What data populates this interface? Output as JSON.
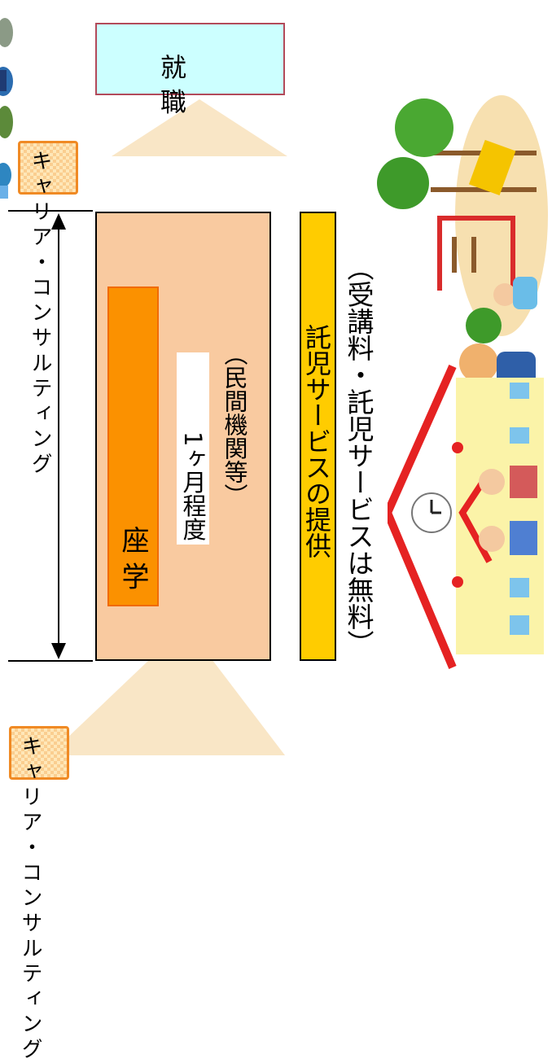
{
  "employment": {
    "label": "就 職"
  },
  "career_top": {
    "label": "キャリア・コンサルティング"
  },
  "career_bottom": {
    "label": "キャリア・コンサルティング"
  },
  "period": {
    "duration": "1ヶ月程度",
    "provider": "（民間機関等）"
  },
  "classroom": {
    "label": "座 学"
  },
  "childcare": {
    "service": "託児サービスの提供",
    "note": "（受講料・託児サービスは無料）"
  },
  "colors": {
    "period_fill": "#f9caa0",
    "classroom_fill": "#fb9100",
    "childcare_fill": "#ffcc00",
    "employment_fill": "#ccffff",
    "career_border": "#f08a24"
  },
  "icons": [
    "double-arrow",
    "nursery-school-illustration",
    "playground-illustration",
    "children-playing-illustration",
    "people-illustration"
  ]
}
